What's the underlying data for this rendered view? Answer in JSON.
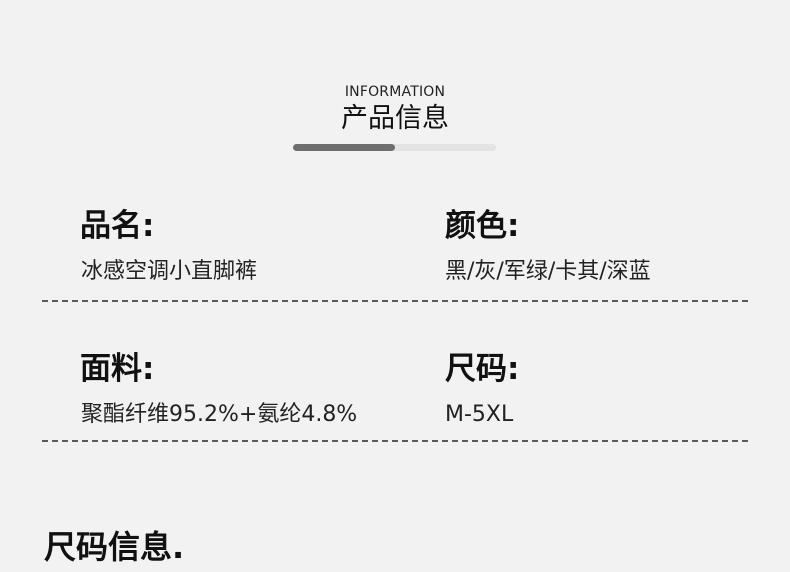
{
  "header": {
    "en_title": "INFORMATION",
    "cn_title": "产品信息",
    "progress": 0.5
  },
  "specs": {
    "name": {
      "label": "品名:",
      "value": "冰感空调小直脚裤"
    },
    "color": {
      "label": "颜色:",
      "value": "黑/灰/军绿/卡其/深蓝"
    },
    "fabric": {
      "label": "面料:",
      "value": "聚酯纤维95.2%+氨纶4.8%"
    },
    "size": {
      "label": "尺码:",
      "value": "M-5XL"
    }
  },
  "size_section": {
    "title": "尺码信息."
  }
}
